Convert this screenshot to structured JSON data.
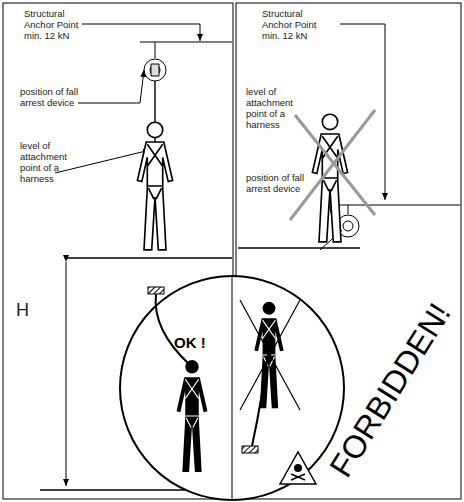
{
  "diagram": {
    "labels": [
      "Structural Anchor Point min. 12 kN",
      "position of fall arrest device",
      "level of attachment point of a harness",
      "H",
      "OK !",
      "Structural Anchor Point min. 12 kN",
      "level of attachment point of a harness",
      "position of fall arrest device",
      "FORBIDDEN!"
    ]
  }
}
